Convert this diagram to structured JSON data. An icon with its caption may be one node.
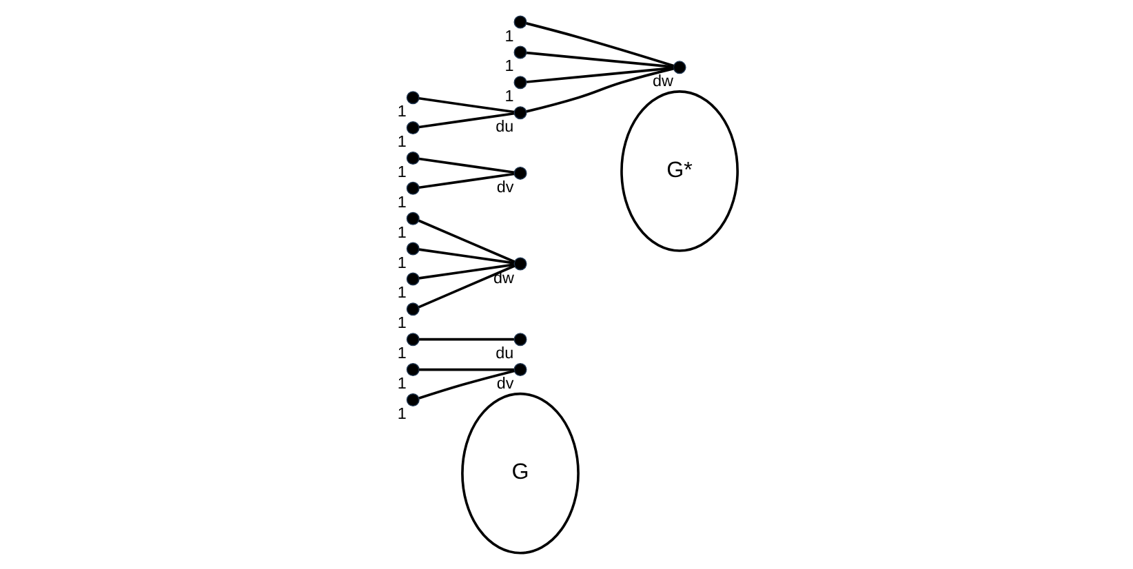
{
  "diagram": {
    "nodes": [
      {
        "text": [
          "G"
        ]
      },
      {
        "text": [],
        "shape": "circle",
        "beside": [
          "dv"
        ]
      },
      {
        "text": [],
        "shape": "circle",
        "beside": [
          "du"
        ]
      },
      {
        "text": [],
        "shape": "circle",
        "beside": [
          "dw"
        ]
      },
      {
        "text": [],
        "shape": "circle",
        "beside": [
          "1"
        ]
      },
      {
        "text": [],
        "shape": "circle",
        "beside": [
          "1"
        ]
      },
      {
        "text": [],
        "shape": "circle",
        "beside": [
          "1"
        ]
      },
      {
        "text": [],
        "shape": "circle",
        "beside": [
          "1"
        ]
      },
      {
        "text": [],
        "shape": "circle",
        "beside": [
          "1"
        ]
      },
      {
        "text": [],
        "shape": "circle",
        "beside": [
          "1"
        ]
      },
      {
        "text": [],
        "shape": "circle",
        "beside": [
          "1"
        ]
      },
      {
        "text": [
          "G*"
        ]
      },
      {
        "text": [],
        "shape": "circle",
        "beside": [
          "dv"
        ]
      },
      {
        "text": [],
        "shape": "circle",
        "beside": [
          "du"
        ]
      },
      {
        "text": [],
        "shape": "circle",
        "beside": [
          "dw"
        ]
      },
      {
        "text": [],
        "shape": "circle",
        "beside": [
          "1"
        ]
      },
      {
        "text": [],
        "shape": "circle",
        "beside": [
          "1"
        ]
      },
      {
        "text": [],
        "shape": "circle",
        "beside": [
          "1"
        ]
      },
      {
        "text": [],
        "shape": "circle",
        "beside": [
          "1"
        ]
      },
      {
        "text": [],
        "shape": "circle",
        "beside": [
          "1"
        ]
      },
      {
        "text": [],
        "shape": "circle",
        "beside": [
          "1"
        ]
      },
      {
        "text": [],
        "shape": "circle",
        "beside": [
          "1"
        ]
      }
    ],
    "edges": [
      {
        "from": 4,
        "to": 1,
        "arrow": "none"
      },
      {
        "from": 5,
        "to": 1,
        "arrow": "none"
      },
      {
        "from": 6,
        "to": 2,
        "arrow": "none"
      },
      {
        "from": 7,
        "to": 3,
        "arrow": "none"
      },
      {
        "from": 8,
        "to": 3,
        "arrow": "none"
      },
      {
        "from": 9,
        "to": 3,
        "arrow": "none"
      },
      {
        "from": 10,
        "to": 3,
        "arrow": "none"
      },
      {
        "from": 15,
        "to": 12,
        "arrow": "none"
      },
      {
        "from": 16,
        "to": 12,
        "arrow": "none"
      },
      {
        "from": 17,
        "to": 13,
        "arrow": "none"
      },
      {
        "from": 18,
        "to": 13,
        "arrow": "none"
      },
      {
        "from": 13,
        "to": 14,
        "arrow": "none"
      },
      {
        "from": 19,
        "to": 14,
        "arrow": "none"
      },
      {
        "from": 20,
        "to": 14,
        "arrow": "none"
      },
      {
        "from": 21,
        "to": 14,
        "arrow": "none"
      }
    ]
  }
}
